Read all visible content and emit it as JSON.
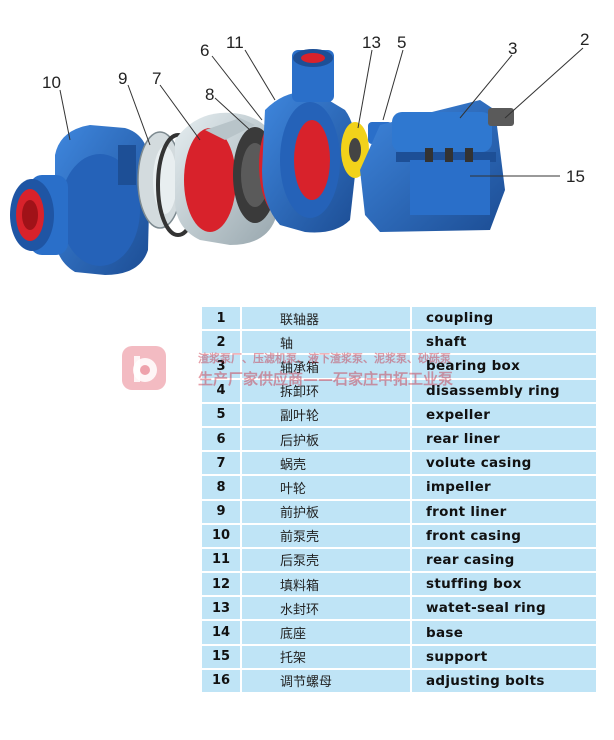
{
  "diagram": {
    "callouts": [
      "10",
      "9",
      "7",
      "6",
      "11",
      "8",
      "13",
      "5",
      "3",
      "2",
      "15"
    ]
  },
  "table": {
    "rows": [
      {
        "num": "1",
        "cn": "联轴器",
        "en": "coupling"
      },
      {
        "num": "2",
        "cn": "轴",
        "en": "shaft"
      },
      {
        "num": "3",
        "cn": "轴承箱",
        "en": "bearing box"
      },
      {
        "num": "4",
        "cn": "拆卸环",
        "en": "disassembly ring"
      },
      {
        "num": "5",
        "cn": "副叶轮",
        "en": "expeller"
      },
      {
        "num": "6",
        "cn": "后护板",
        "en": "rear liner"
      },
      {
        "num": "7",
        "cn": "蜗壳",
        "en": "volute casing"
      },
      {
        "num": "8",
        "cn": "叶轮",
        "en": "impeller"
      },
      {
        "num": "9",
        "cn": "前护板",
        "en": "front liner"
      },
      {
        "num": "10",
        "cn": "前泵壳",
        "en": "front casing"
      },
      {
        "num": "11",
        "cn": "后泵壳",
        "en": "rear casing"
      },
      {
        "num": "12",
        "cn": "填料箱",
        "en": "stuffing box"
      },
      {
        "num": "13",
        "cn": "水封环",
        "en": "watet-seal ring"
      },
      {
        "num": "14",
        "cn": "底座",
        "en": "base"
      },
      {
        "num": "15",
        "cn": "托架",
        "en": "support"
      },
      {
        "num": "16",
        "cn": "调节螺母",
        "en": "adjusting bolts"
      }
    ]
  },
  "watermark": {
    "line1": "渣浆泵厂、压滤机泵、液下渣浆泵、泥浆泵、砂砾泵",
    "line2": "生产厂家供应商——石家庄中拓工业泵"
  },
  "colors": {
    "pump_blue": "#2a6fc9",
    "pump_blue_dark": "#1d4f96",
    "liner_red": "#d8222b",
    "volute_gray": "#c9d3d8",
    "expeller_yellow": "#f2d21a",
    "table_cell": "#bfe4f6"
  }
}
